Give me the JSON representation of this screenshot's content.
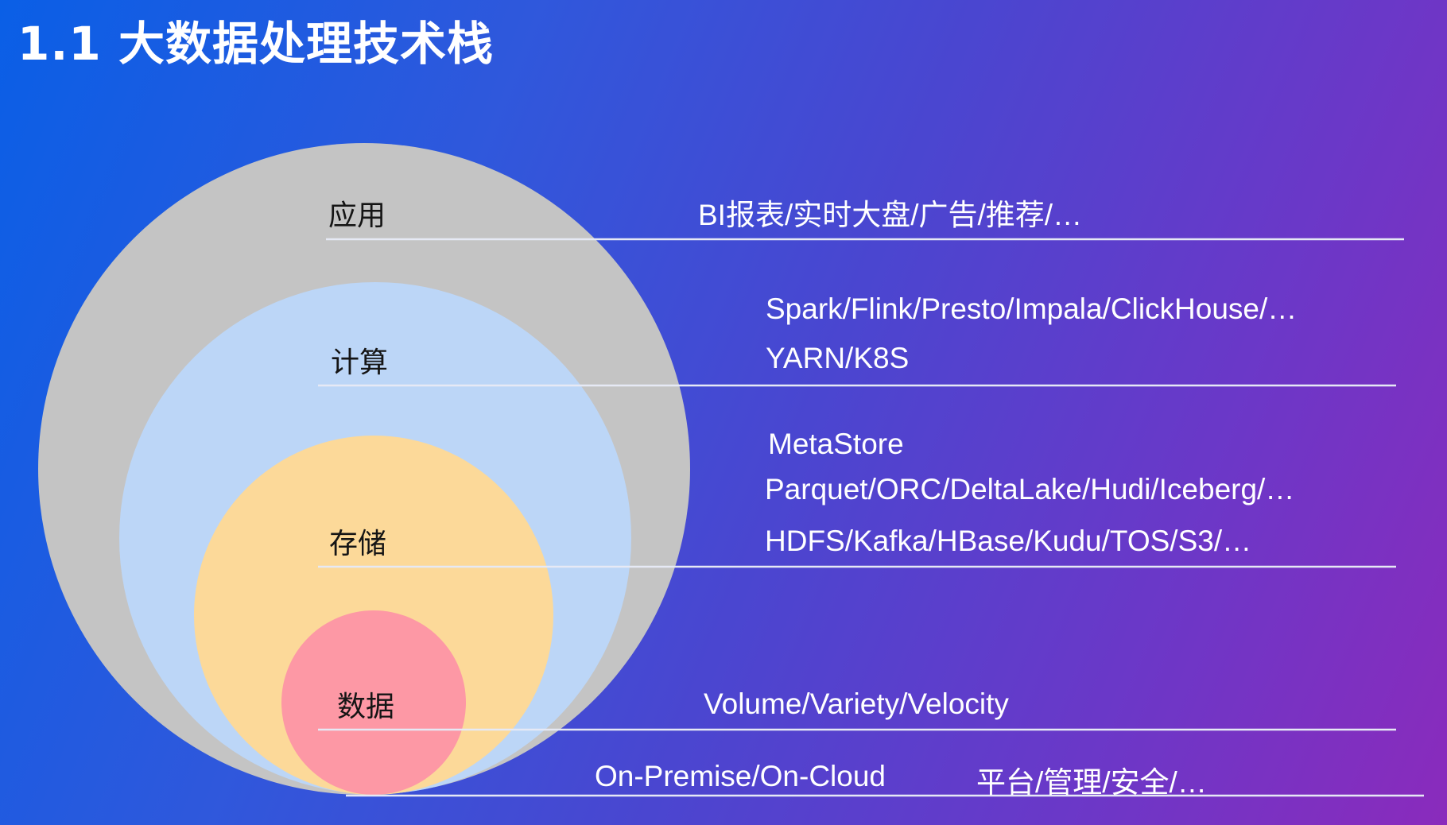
{
  "title": "1.1 大数据处理技术栈",
  "colors": {
    "outer_circle": "#c4c4c4",
    "compute_circle": "#bcd6f7",
    "storage_circle": "#fcd999",
    "data_circle": "#fd98a5",
    "divider": "#e6e9f5"
  },
  "layers": [
    {
      "label": "应用",
      "items": [
        "BI报表/实时大盘/广告/推荐/…"
      ]
    },
    {
      "label": "计算",
      "items": [
        "Spark/Flink/Presto/Impala/ClickHouse/…",
        "YARN/K8S"
      ]
    },
    {
      "label": "存储",
      "items": [
        "MetaStore",
        "Parquet/ORC/DeltaLake/Hudi/Iceberg/…",
        "HDFS/Kafka/HBase/Kudu/TOS/S3/…"
      ]
    },
    {
      "label": "数据",
      "items": [
        "Volume/Variety/Velocity"
      ]
    }
  ],
  "footer": {
    "deployment": "On-Premise/On-Cloud",
    "platform": "平台/管理/安全/…"
  }
}
